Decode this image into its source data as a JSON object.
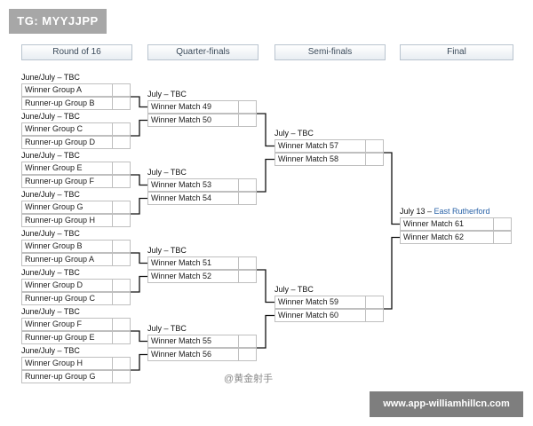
{
  "tag_label": "TG: MYYJJPP",
  "rounds": [
    "Round of 16",
    "Quarter-finals",
    "Semi-finals",
    "Final"
  ],
  "r16": [
    {
      "date": "June/July – TBC",
      "teams": [
        "Winner Group A",
        "Runner-up Group B"
      ]
    },
    {
      "date": "June/July – TBC",
      "teams": [
        "Winner Group C",
        "Runner-up Group D"
      ]
    },
    {
      "date": "June/July – TBC",
      "teams": [
        "Winner Group E",
        "Runner-up Group F"
      ]
    },
    {
      "date": "June/July – TBC",
      "teams": [
        "Winner Group G",
        "Runner-up Group H"
      ]
    },
    {
      "date": "June/July – TBC",
      "teams": [
        "Winner Group B",
        "Runner-up Group A"
      ]
    },
    {
      "date": "June/July – TBC",
      "teams": [
        "Winner Group D",
        "Runner-up Group C"
      ]
    },
    {
      "date": "June/July – TBC",
      "teams": [
        "Winner Group F",
        "Runner-up Group E"
      ]
    },
    {
      "date": "June/July – TBC",
      "teams": [
        "Winner Group H",
        "Runner-up Group G"
      ]
    }
  ],
  "qf": [
    {
      "date": "July – TBC",
      "teams": [
        "Winner Match 49",
        "Winner Match 50"
      ]
    },
    {
      "date": "July – TBC",
      "teams": [
        "Winner Match 53",
        "Winner Match 54"
      ]
    },
    {
      "date": "July – TBC",
      "teams": [
        "Winner Match 51",
        "Winner Match 52"
      ]
    },
    {
      "date": "July – TBC",
      "teams": [
        "Winner Match 55",
        "Winner Match 56"
      ]
    }
  ],
  "sf": [
    {
      "date": "July – TBC",
      "teams": [
        "Winner Match 57",
        "Winner Match 58"
      ]
    },
    {
      "date": "July – TBC",
      "teams": [
        "Winner Match 59",
        "Winner Match 60"
      ]
    }
  ],
  "final": {
    "date": "July 13 – ",
    "venue": "East Rutherford",
    "teams": [
      "Winner Match 61",
      "Winner Match 62"
    ]
  },
  "watermark": "@黄金射手",
  "site_label": "www.app-williamhillcn.com",
  "colors": {
    "line": "#111111",
    "box_border": "#bfbfbf",
    "venue_link": "#2a63a8"
  }
}
